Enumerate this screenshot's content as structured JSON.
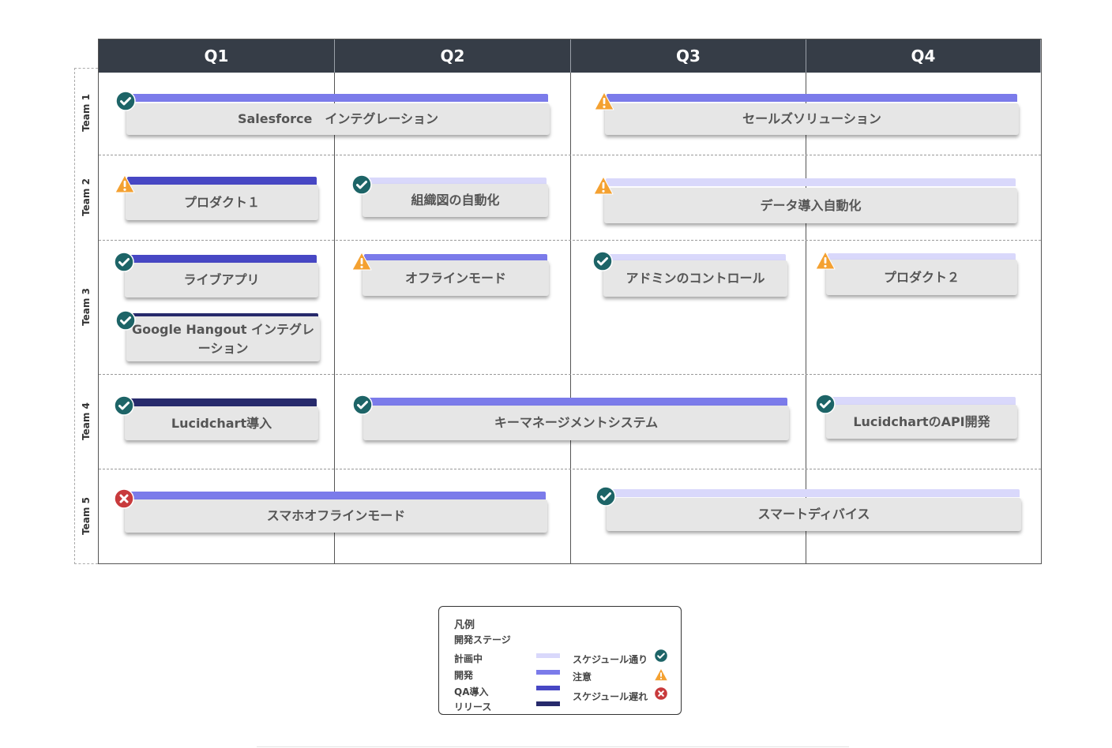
{
  "quarters": [
    "Q1",
    "Q2",
    "Q3",
    "Q4"
  ],
  "teams": [
    "Team 1",
    "Team 2",
    "Team 3",
    "Team 4",
    "Team 5"
  ],
  "stage_colors": {
    "planning": "#d9d8fb",
    "development": "#7b7bea",
    "qa": "#4747c4",
    "release": "#272a6c"
  },
  "status_colors": {
    "on_schedule": "#1d6467",
    "caution": "#f4a131",
    "late": "#c83a3c"
  },
  "projects": [
    {
      "name": "Salesforce　インテグレーション",
      "stage": "development",
      "status": "on-schedule"
    },
    {
      "name": "セールズソリューション",
      "stage": "development",
      "status": "caution"
    },
    {
      "name": "プロダクト１",
      "stage": "qa",
      "status": "caution"
    },
    {
      "name": "組織図の自動化",
      "stage": "planning",
      "status": "on-schedule"
    },
    {
      "name": "データ導入自動化",
      "stage": "planning",
      "status": "caution"
    },
    {
      "name": "ライブアプリ",
      "stage": "qa",
      "status": "on-schedule"
    },
    {
      "name": "Google Hangout インテグレーション",
      "stage": "release",
      "status": "on-schedule"
    },
    {
      "name": "オフラインモード",
      "stage": "development",
      "status": "caution"
    },
    {
      "name": "アドミンのコントロール",
      "stage": "planning",
      "status": "on-schedule"
    },
    {
      "name": "プロダクト２",
      "stage": "planning",
      "status": "caution"
    },
    {
      "name": "Lucidchart導入",
      "stage": "release",
      "status": "on-schedule"
    },
    {
      "name": "キーマネージメントシステム",
      "stage": "development",
      "status": "on-schedule"
    },
    {
      "name": "LucidchartのAPI開発",
      "stage": "planning",
      "status": "on-schedule"
    },
    {
      "name": "スマホオフラインモード",
      "stage": "development",
      "status": "late"
    },
    {
      "name": "スマートディバイス",
      "stage": "planning",
      "status": "on-schedule"
    }
  ],
  "legend": {
    "title": "凡例",
    "stage_heading": "開発ステージ",
    "stages": [
      "計画中",
      "開発",
      "QA導入",
      "リリース"
    ],
    "statuses": [
      "スケジュール通り",
      "注意",
      "スケジュール遅れ"
    ]
  }
}
